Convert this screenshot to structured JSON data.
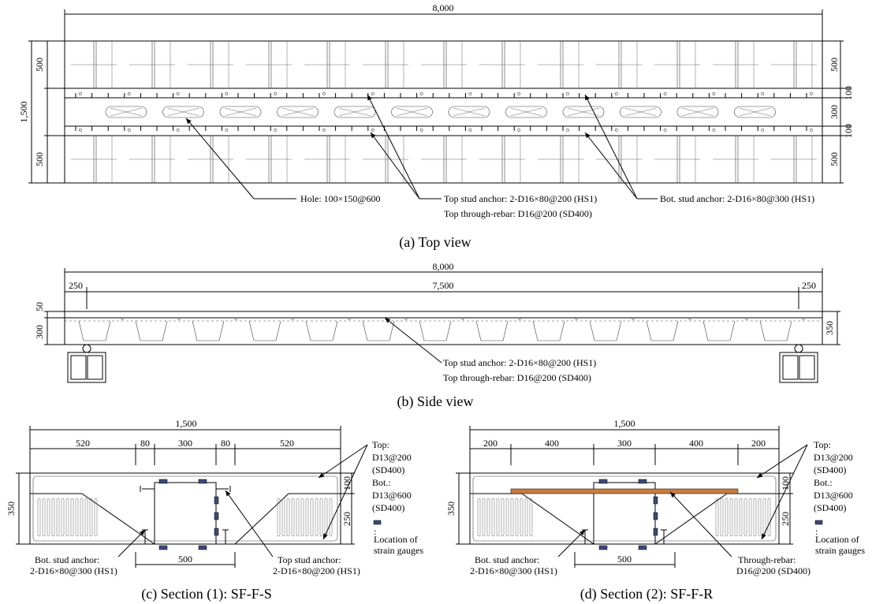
{
  "top_view": {
    "caption": "(a) Top view",
    "width_dim": "8,000",
    "total_dim": "1,500",
    "left_dims": [
      "500",
      "500"
    ],
    "right_dims": [
      "500",
      "100",
      "300",
      "100",
      "500"
    ],
    "notes": {
      "hole": "Hole: 100×150@600",
      "top_stud": "Top stud anchor: 2-D16×80@200 (HS1)",
      "top_rebar": "Top through-rebar: D16@200 (SD400)",
      "bot_stud": "Bot. stud anchor: 2-D16×80@300 (HS1)"
    }
  },
  "side_view": {
    "caption": "(b) Side view",
    "width_dim": "8,000",
    "span_dim": "7,500",
    "end_left": "250",
    "end_right": "250",
    "left_dims": [
      "50",
      "300"
    ],
    "right_dim": "350",
    "notes": {
      "top_stud": "Top stud anchor: 2-D16×80@200 (HS1)",
      "top_rebar": "Top through-rebar: D16@200 (SD400)"
    }
  },
  "section_c": {
    "caption": "(c) Section (1): SF-F-S",
    "width_dim": "1,500",
    "sub_dims": [
      "520",
      "80",
      "300",
      "80",
      "520"
    ],
    "height_dim": "350",
    "right_dims": [
      "100",
      "250"
    ],
    "bottom_dim": "500",
    "top_label": "Top:",
    "top_value1": "D13@200",
    "top_value2": "(SD400)",
    "bot_label": "Bot.:",
    "bot_value1": "D13@600",
    "bot_value2": "(SD400)",
    "gauge_colon": ":",
    "gauge1": "Location of",
    "gauge2": "strain gauges",
    "bot_stud1": "Bot. stud anchor:",
    "bot_stud2": "2-D16×80@300 (HS1)",
    "top_stud1": "Top stud anchor:",
    "top_stud2": "2-D16×80@200 (HS1)"
  },
  "section_d": {
    "caption": "(d) Section (2): SF-F-R",
    "width_dim": "1,500",
    "sub_dims": [
      "200",
      "400",
      "300",
      "400",
      "200"
    ],
    "height_dim": "350",
    "right_dims": [
      "100",
      "250"
    ],
    "bottom_dim": "500",
    "top_label": "Top:",
    "top_value1": "D13@200",
    "top_value2": "(SD400)",
    "bot_label": "Bot.:",
    "bot_value1": "D13@600",
    "bot_value2": "(SD400)",
    "gauge_colon": ":",
    "gauge1": "Location of",
    "gauge2": "strain gauges",
    "bot_stud1": "Bot. stud anchor:",
    "bot_stud2": "2-D16×80@300 (HS1)",
    "rebar1": "Through-rebar:",
    "rebar2": "D16@200 (SD400)"
  },
  "colors": {
    "line": "#000000",
    "gauge": "#3a4a7a",
    "rebar_plate": "#c97b3c"
  }
}
